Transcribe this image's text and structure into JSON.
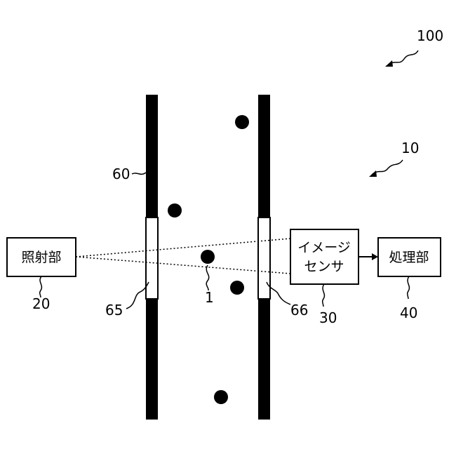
{
  "labels": {
    "system": "100",
    "device": "10",
    "channel": "60",
    "window_left": "65",
    "window_right": "66",
    "particle": "1",
    "illumination_ref": "20",
    "sensor_ref": "30",
    "processor_ref": "40"
  },
  "boxes": {
    "illumination": "照射部",
    "image_sensor_line1": "イメージ",
    "image_sensor_line2": "センサ",
    "processor": "処理部"
  }
}
